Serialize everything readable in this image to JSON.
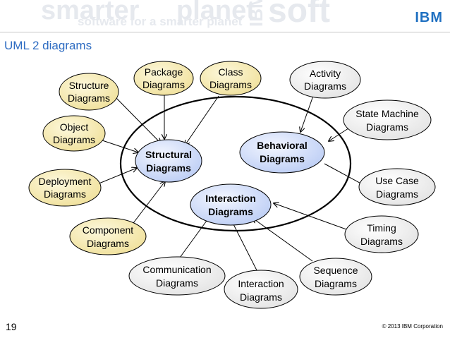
{
  "banner": {
    "watermark_words": [
      "smarter",
      "planet",
      "software for a smarter planet",
      "IBM",
      "soft"
    ],
    "logo": "IBM"
  },
  "slide": {
    "title": "UML 2  diagrams",
    "page_number": "19",
    "copyright": "© 2013 IBM Corporation"
  },
  "colors": {
    "tan_fill": "#f7ecb4",
    "blue_fill": "#dbe4fb",
    "grey_fill": "#f3f3f3",
    "title_blue": "#2e6cc2",
    "logo_blue": "#1f70c1"
  },
  "diagram": {
    "container": "uml-2-diagrams-oval",
    "nodes": {
      "structure": {
        "line1": "Structure",
        "line2": "Diagrams"
      },
      "package": {
        "line1": "Package",
        "line2": "Diagrams"
      },
      "class": {
        "line1": "Class",
        "line2": "Diagrams"
      },
      "object": {
        "line1": "Object",
        "line2": "Diagrams"
      },
      "deployment": {
        "line1": "Deployment",
        "line2": "Diagrams"
      },
      "component": {
        "line1": "Component",
        "line2": "Diagrams"
      },
      "structural": {
        "line1": "Structural",
        "line2": "Diagrams"
      },
      "behavioral": {
        "line1": "Behavioral",
        "line2": "Diagrams"
      },
      "interaction": {
        "line1": "Interaction",
        "line2": "Diagrams"
      },
      "activity": {
        "line1": "Activity",
        "line2": "Diagrams"
      },
      "state_machine": {
        "line1": "State Machine",
        "line2": "Diagrams"
      },
      "use_case": {
        "line1": "Use Case",
        "line2": "Diagrams"
      },
      "timing": {
        "line1": "Timing",
        "line2": "Diagrams"
      },
      "sequence": {
        "line1": "Sequence",
        "line2": "Diagrams"
      },
      "interaction_overview": {
        "line1": "Interaction",
        "line2": "Diagrams"
      },
      "communication": {
        "line1": "Communication",
        "line2": "Diagrams"
      }
    },
    "edges": [
      {
        "from": "structure",
        "to": "structural"
      },
      {
        "from": "package",
        "to": "structural"
      },
      {
        "from": "class",
        "to": "structural"
      },
      {
        "from": "object",
        "to": "structural"
      },
      {
        "from": "deployment",
        "to": "structural"
      },
      {
        "from": "component",
        "to": "structural"
      },
      {
        "from": "activity",
        "to": "behavioral"
      },
      {
        "from": "state_machine",
        "to": "behavioral"
      },
      {
        "from": "use_case",
        "to": "behavioral"
      },
      {
        "from": "timing",
        "to": "interaction"
      },
      {
        "from": "sequence",
        "to": "interaction"
      },
      {
        "from": "interaction_overview",
        "to": "interaction"
      },
      {
        "from": "communication",
        "to": "interaction"
      }
    ]
  }
}
